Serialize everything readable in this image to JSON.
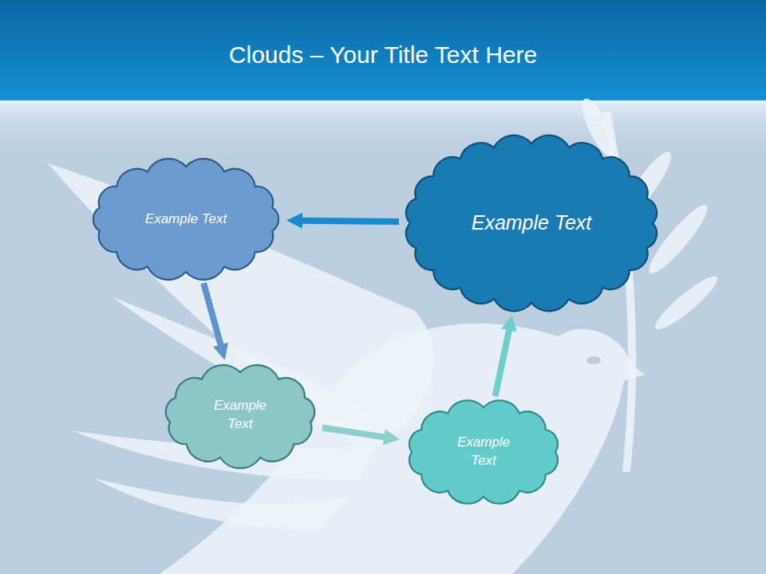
{
  "diagram": {
    "title": "Clouds – Your Title Text Here",
    "nodes": [
      {
        "text": [
          "Example Text"
        ]
      },
      {
        "text": [
          "Example Text"
        ]
      },
      {
        "text": [
          "Example Text"
        ]
      },
      {
        "text": [
          "Example Text"
        ]
      }
    ],
    "edges": [
      {
        "from": 1,
        "to": 0,
        "arrow": "to"
      },
      {
        "from": 0,
        "to": 2,
        "arrow": "to"
      },
      {
        "from": 2,
        "to": 3,
        "arrow": "to"
      },
      {
        "from": 3,
        "to": 1,
        "arrow": "to"
      }
    ]
  }
}
